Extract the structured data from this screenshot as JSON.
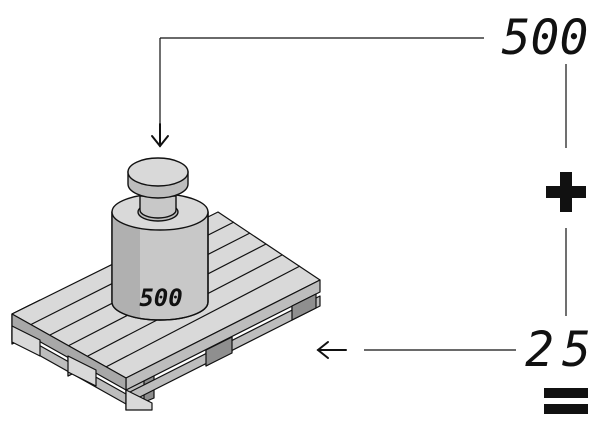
{
  "diagram": {
    "top_value": "500",
    "weight_label": "500",
    "operator_plus": "+",
    "bottom_value": "25",
    "operator_equals": "=",
    "colors": {
      "line": "#111111",
      "fill_light": "#d9d9d9",
      "fill_mid": "#bdbdbd",
      "fill_dark": "#8f8f8f",
      "background": "#ffffff"
    },
    "icons": [
      "down-arrow-icon",
      "left-arrow-icon",
      "plus-icon",
      "equals-icon",
      "weight-icon",
      "pallet-icon"
    ]
  }
}
